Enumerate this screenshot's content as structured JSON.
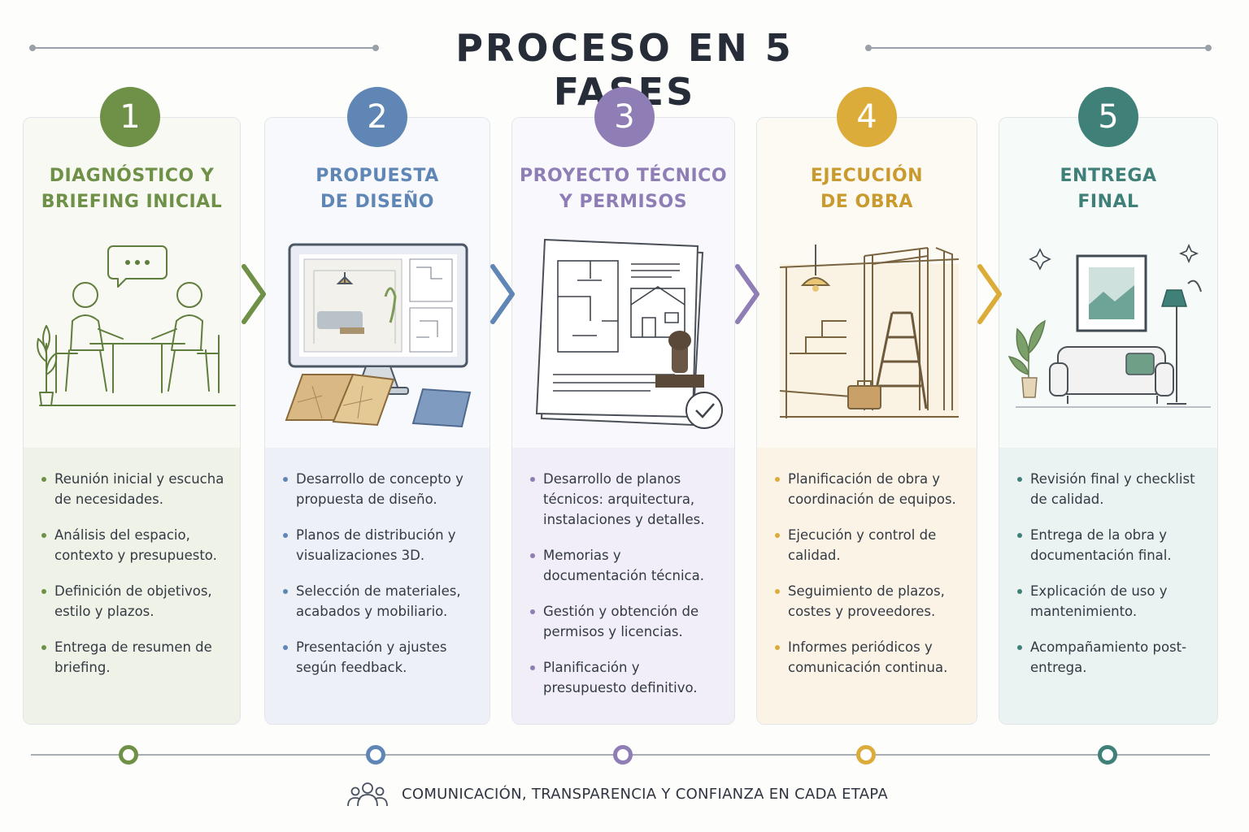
{
  "title": "PROCESO EN 5 FASES",
  "phases": [
    {
      "number": "1",
      "title_lines": [
        "DIAGNÓSTICO Y",
        "BRIEFING INICIAL"
      ],
      "color": "#6e9147",
      "bg_top": "#f8f9f3",
      "bg_bottom": "#eff2e7",
      "bullets": [
        "Reunión inicial y escucha de necesidades.",
        "Análisis del espacio, contexto y presupuesto.",
        "Definición de objetivos, estilo y plazos.",
        "Entrega de resumen de briefing."
      ]
    },
    {
      "number": "2",
      "title_lines": [
        "PROPUESTA",
        "DE DISEÑO"
      ],
      "color": "#5f86b5",
      "bg_top": "#f7f9fc",
      "bg_bottom": "#edf1f7",
      "bullets": [
        "Desarrollo de concepto y propuesta de diseño.",
        "Planos de distribución y visualizaciones 3D.",
        "Selección de materiales, acabados y mobiliario.",
        "Presentación y ajustes según feedback."
      ]
    },
    {
      "number": "3",
      "title_lines": [
        "PROYECTO TÉCNICO",
        "Y PERMISOS"
      ],
      "color": "#8f7eb5",
      "bg_top": "#f9f8fc",
      "bg_bottom": "#f1eef7",
      "bullets": [
        "Desarrollo de planos técnicos: arquitectura, instalaciones y detalles.",
        "Memorias y documentación técnica.",
        "Gestión y obtención de permisos y licencias.",
        "Planificación y presupuesto definitivo."
      ]
    },
    {
      "number": "4",
      "title_lines": [
        "EJECUCIÓN",
        "DE OBRA"
      ],
      "color": "#dcac3a",
      "title_color": "#c99a2e",
      "bg_top": "#fdfaf3",
      "bg_bottom": "#fbf4e6",
      "bullets": [
        "Planificación de obra y coordinación de equipos.",
        "Ejecución y control de calidad.",
        "Seguimiento de plazos, costes y proveedores.",
        "Informes periódicos y comunicación continua."
      ]
    },
    {
      "number": "5",
      "title_lines": [
        "ENTREGA",
        "FINAL"
      ],
      "color": "#3f8078",
      "bg_top": "#f6faf9",
      "bg_bottom": "#eaf3f1",
      "bullets": [
        "Revisión final y checklist de calidad.",
        "Entrega de la obra y documentación final.",
        "Explicación de uso y mantenimiento.",
        "Acompañamiento post-entrega."
      ]
    }
  ],
  "footer": "COMUNICACIÓN, TRANSPARENCIA Y CONFIANZA EN CADA ETAPA"
}
